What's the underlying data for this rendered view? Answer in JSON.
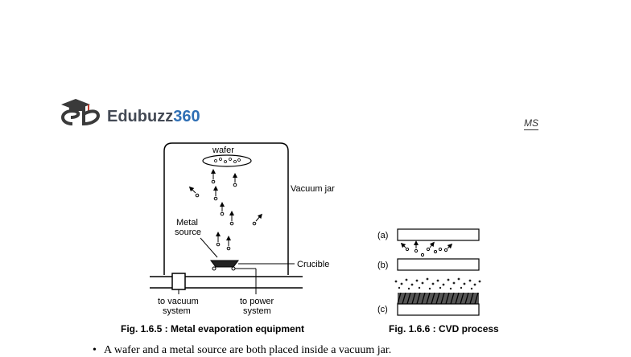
{
  "header": {
    "logo_name": "Edubuzz",
    "logo_number": "360",
    "tag": "MS"
  },
  "figure_left": {
    "labels": {
      "wafer": "wafer",
      "vacuum_jar": "Vacuum jar",
      "metal": "Metal",
      "source": "source",
      "crucible": "Crucible",
      "to_vacuum": "to vacuum",
      "to_vacuum_2": "system",
      "to_power": "to power",
      "to_power_2": "system"
    },
    "caption": "Fig. 1.6.5 : Metal evaporation equipment"
  },
  "figure_right": {
    "labels": {
      "a": "(a)",
      "b": "(b)",
      "c": "(c)"
    },
    "caption": "Fig. 1.6.6 : CVD process"
  },
  "body": {
    "bullet_text": "A wafer and a metal source are both placed inside a vacuum jar."
  },
  "colors": {
    "logo_text": "#444a55",
    "logo_accent": "#2f6fb5",
    "logo_mark": "#c0392b"
  }
}
